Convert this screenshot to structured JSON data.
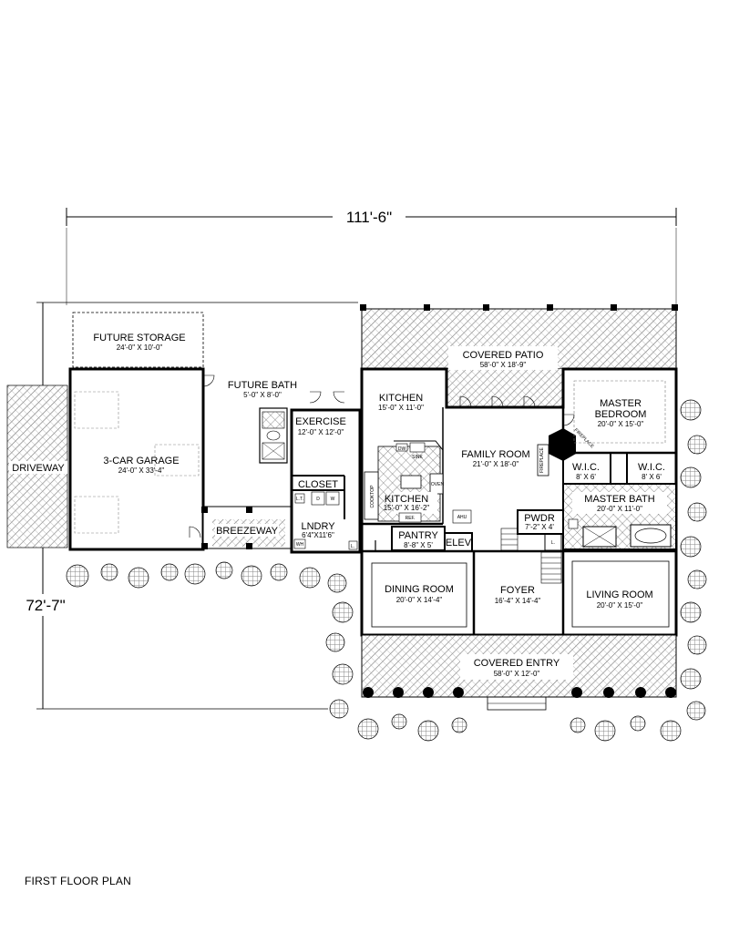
{
  "caption": "FIRST FLOOR PLAN",
  "dimensions": {
    "width": "111'-6\"",
    "depth": "72'-7\""
  },
  "rooms": {
    "future_storage": {
      "name": "FUTURE STORAGE",
      "size": "24'-0\" X 10'-0\""
    },
    "future_bath": {
      "name": "FUTURE BATH",
      "size": "5'-0\" X 8'-0\""
    },
    "driveway": {
      "name": "DRIVEWAY"
    },
    "garage": {
      "name": "3-CAR GARAGE",
      "size": "24'-0\" X 33'-4\""
    },
    "breezeway": {
      "name": "BREEZEWAY"
    },
    "exercise": {
      "name": "EXERCISE",
      "size": "12'-0\" X 12'-0\""
    },
    "closet": {
      "name": "CLOSET"
    },
    "laundry": {
      "name": "LNDRY",
      "size": "6'4\"X11'6\""
    },
    "covered_patio": {
      "name": "COVERED PATIO",
      "size": "58'-0\" X 18'-9\""
    },
    "kitchen_upper": {
      "name": "KITCHEN",
      "size": "15'-0\" X 11'-0\""
    },
    "kitchen_lower": {
      "name": "KITCHEN",
      "size": "15'-0\" X 16'-2\""
    },
    "family_room": {
      "name": "FAMILY ROOM",
      "size": "21'-0\" X 18'-0\""
    },
    "master_bedroom": {
      "name": "MASTER",
      "name2": "BEDROOM",
      "size": "20'-0\" X 15'-0\""
    },
    "wic_left": {
      "name": "W.I.C.",
      "size": "8' X 6'"
    },
    "wic_right": {
      "name": "W.I.C.",
      "size": "8' X 6'"
    },
    "master_bath": {
      "name": "MASTER BATH",
      "size": "20'-0\" X 11'-0\""
    },
    "powder": {
      "name": "PWDR",
      "size": "7'-2\" X 4'"
    },
    "pantry": {
      "name": "PANTRY",
      "size": "8'-8\" X 5'"
    },
    "elevator": {
      "name": "ELEV"
    },
    "dining_room": {
      "name": "DINING ROOM",
      "size": "20'-0\" X 14'-4\""
    },
    "foyer": {
      "name": "FOYER",
      "size": "16'-4\" X 14'-4\""
    },
    "living_room": {
      "name": "LIVING ROOM",
      "size": "20'-0\" X 15'-0\""
    },
    "covered_entry": {
      "name": "COVERED ENTRY",
      "size": "58'-0\" X 12'-0\""
    }
  },
  "small_labels": {
    "dw": "DW",
    "sink": "SINK",
    "cooktop": "COOKTOP",
    "oven": "OVEN",
    "ref": "REF.",
    "ahu": "AHU",
    "fireplace_left": "FIREPLACE",
    "fireplace_right": "FIREPLACE",
    "washer": "W",
    "dryer": "D",
    "water_heater": "WH",
    "linen_1": "L.",
    "linen_2": "L.",
    "laundry_tub": "L.T."
  }
}
